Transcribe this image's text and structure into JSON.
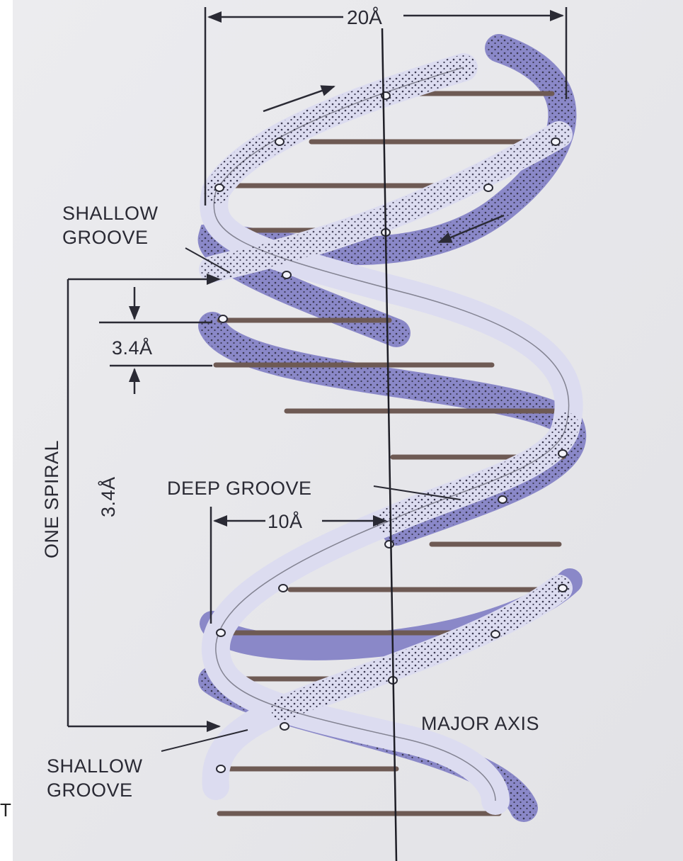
{
  "labels": {
    "width_20": "20Å",
    "shallow_groove_top_1": "SHALLOW",
    "shallow_groove_top_2": "GROOVE",
    "rise_per_base": "3.4Å",
    "one_spiral": "ONE SPIRAL",
    "spiral_value": "3.4Å",
    "deep_groove": "DEEP GROOVE",
    "width_10": "10Å",
    "major_axis": "MAJOR AXIS",
    "shallow_groove_bottom_1": "SHALLOW",
    "shallow_groove_bottom_2": "GROOVE",
    "edge_fragment": "T"
  },
  "colors": {
    "background": "#e9e9ec",
    "strand_light": "#dcdcf0",
    "strand_dark": "#8a88c8",
    "base_pair_rod": "#6e5a54",
    "ink": "#2a2a34"
  }
}
